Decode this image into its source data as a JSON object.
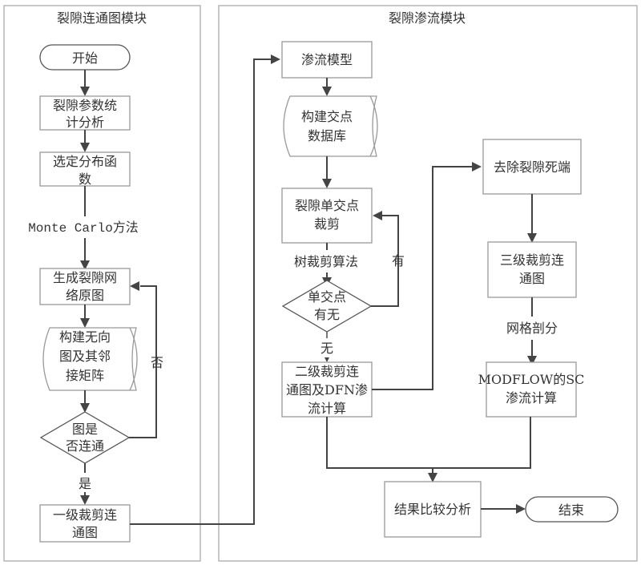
{
  "panels": {
    "left_title": "裂隙连通图模块",
    "right_title": "裂隙渗流模块"
  },
  "nodes": {
    "start": "开始",
    "stat": [
      "裂隙参数统",
      "计分析"
    ],
    "dist": [
      "选定分布函",
      "数"
    ],
    "monte": "Monte Carlo方法",
    "gen": [
      "生成裂隙网",
      "络原图"
    ],
    "graph": [
      "构建无向",
      "图及其邻",
      "接矩阵"
    ],
    "connected": [
      "图是",
      "否连通"
    ],
    "no": "否",
    "yes": "是",
    "level1": [
      "一级裁剪连",
      "通图"
    ],
    "seepage_model": "渗流模型",
    "intersect_db": [
      "构建交点",
      "数据库"
    ],
    "single_clip": [
      "裂隙单交点",
      "裁剪"
    ],
    "tree_clip": "树裁剪算法",
    "has": "有",
    "single_q": [
      "单交点",
      "有无"
    ],
    "none": "无",
    "level2": [
      "二级裁剪连",
      "通图及DFN渗",
      "流计算"
    ],
    "dead_end": "去除裂隙死端",
    "level3": [
      "三级裁剪连",
      "通图"
    ],
    "mesh": "网格剖分",
    "modflow": [
      "MODFLOW的SC",
      "渗流计算"
    ],
    "compare": "结果比较分析",
    "end": "结束"
  }
}
